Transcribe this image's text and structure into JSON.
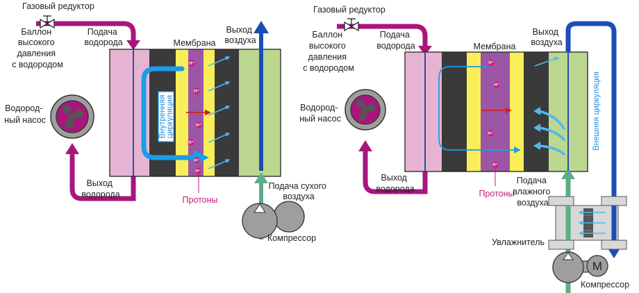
{
  "colors": {
    "hydrogen_line": "#a8167d",
    "air_out": "#1a4fb4",
    "air_in": "#5cae86",
    "circulation": "#1a9de8",
    "anode_pink": "#e6b4d2",
    "dark_layer": "#3a3a3a",
    "catalyst_yellow": "#f8ee5a",
    "membrane_purple": "#9b56a6",
    "cathode_green": "#bcd78f",
    "proton": "#cf1a78",
    "proton_arrow": "#d41e1e"
  },
  "proton_symbol": "H⁺",
  "left": {
    "gas_reducer": "Газовый редуктор",
    "tank": [
      "Баллон",
      "высокого",
      "давления",
      "с водородом"
    ],
    "hydrogen_in": [
      "Подача",
      "водорода"
    ],
    "membrane": "Мембрана",
    "air_out": [
      "Выход",
      "воздуха"
    ],
    "pump": [
      "Водород-",
      "ный насос"
    ],
    "circulation": [
      "Внутренняя",
      "циркуляция"
    ],
    "hydrogen_out": [
      "Выход",
      "водорода"
    ],
    "protons": "Протоны",
    "dry_air_in": [
      "Подача сухого",
      "воздуха"
    ],
    "compressor": "Компрессор"
  },
  "right": {
    "gas_reducer": "Газовый редуктор",
    "tank": [
      "Баллон",
      "высокого",
      "давления",
      "с водородом"
    ],
    "hydrogen_in": [
      "Подача",
      "водорода"
    ],
    "membrane": "Мембрана",
    "air_out": [
      "Выход",
      "воздуха"
    ],
    "pump": [
      "Водород-",
      "ный насос"
    ],
    "circulation": "Внешняя циркуляция",
    "hydrogen_out": [
      "Выход",
      "водорода"
    ],
    "protons": "Протоны",
    "humid_air_in": [
      "Подача",
      "влажного",
      "воздуха"
    ],
    "humidifier": "Увлажнитель",
    "compressor": "Компрессор",
    "motor": "M"
  }
}
